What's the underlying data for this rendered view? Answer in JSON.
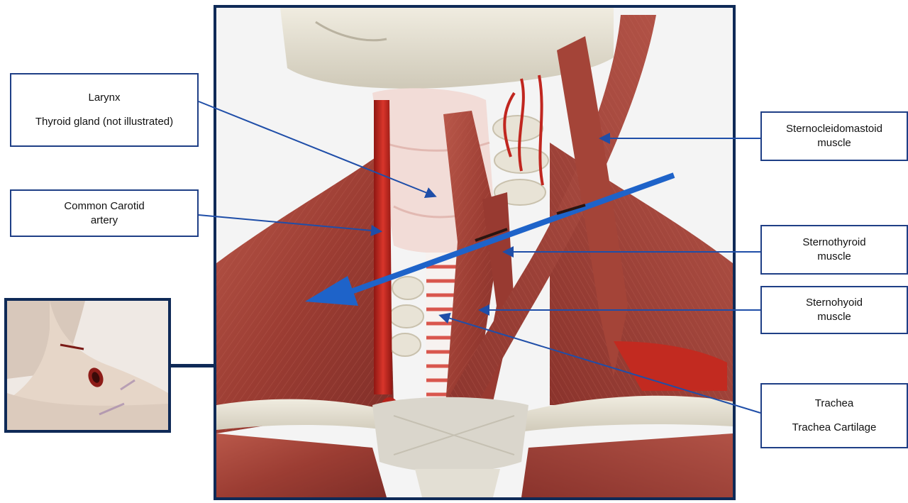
{
  "labels": {
    "larynx": {
      "line1": "Larynx",
      "line2": "Thyroid gland (not illustrated)"
    },
    "carotid": {
      "line1": "Common Carotid",
      "line2": "artery"
    },
    "scm": {
      "line1": "Sternocleidomastoid",
      "line2": "muscle"
    },
    "sternothyroid": {
      "line1": "Sternothyroid",
      "line2": "muscle"
    },
    "sternohyoid": {
      "line1": "Sternohyoid",
      "line2": "muscle"
    },
    "trachea": {
      "line1": "Trachea",
      "line2": "Trachea Cartilage"
    }
  },
  "colors": {
    "frame": "#0f2a57",
    "label_border": "#1f3f86",
    "leader_line": "#1f4ea8",
    "wound_arrow": "#1e63c9",
    "muscle": "#a6453a",
    "artery": "#c0261f",
    "bone": "#e6e1d3",
    "cartilage": "#f4e4e2"
  }
}
